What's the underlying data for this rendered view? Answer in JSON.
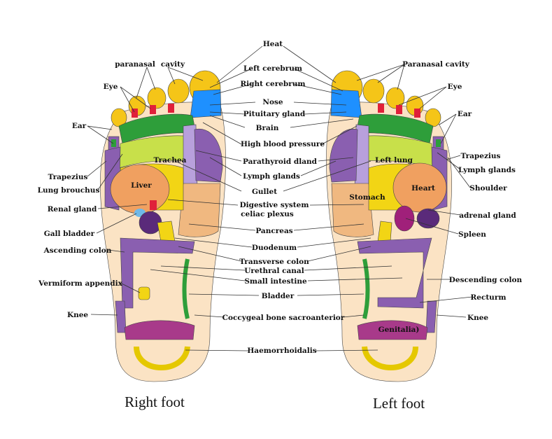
{
  "captions": {
    "right_foot": "Right foot",
    "left_foot": "Left foot"
  },
  "center_labels": [
    "Heat",
    "Left cerebrum",
    "Right cerebrum",
    "Nose",
    "Pituitary gland",
    "Brain",
    "High blood pressure",
    "Parathyroid dland",
    "Lymph glands",
    "Gullet",
    "Digestive system",
    "celiac plexus",
    "Pancreas",
    "Duodenum",
    "Transverse colon",
    "Urethral canal",
    "Small intestine",
    "Bladder",
    "Coccygeal bone sacroanterior",
    "Haemorrhoidalis"
  ],
  "right_foot_labels": [
    "paranasal",
    "cavity",
    "Eye",
    "Ear",
    "Trapezius",
    "Lung brouchus",
    "Renal gland",
    "Gall bladder",
    "Ascending colon",
    "Vermiform appendix",
    "Knee"
  ],
  "right_foot_inner": [
    "Trachea",
    "Liver"
  ],
  "left_foot_labels": [
    "Paranasal cavity",
    "Eye",
    "Ear",
    "Trapezius",
    "Lymph glands",
    "Shoulder",
    "adrenal gland",
    "Spleen",
    "Descending colon",
    "Recturm",
    "Knee"
  ],
  "left_foot_inner": [
    "Left lung",
    "Stomach",
    "Heart",
    "Genitalia)"
  ],
  "colors": {
    "skin": "#fbe3c4",
    "toe_yellow": "#f5c518",
    "nose_blue": "#1e90ff",
    "red": "#e0203a",
    "green": "#2e9e3a",
    "lime": "#c8e04a",
    "purple": "#8a5fb0",
    "orange": "#f0a060",
    "magenta": "#a83a8a",
    "pink": "#f7b9c9",
    "yellow": "#f2d515"
  }
}
